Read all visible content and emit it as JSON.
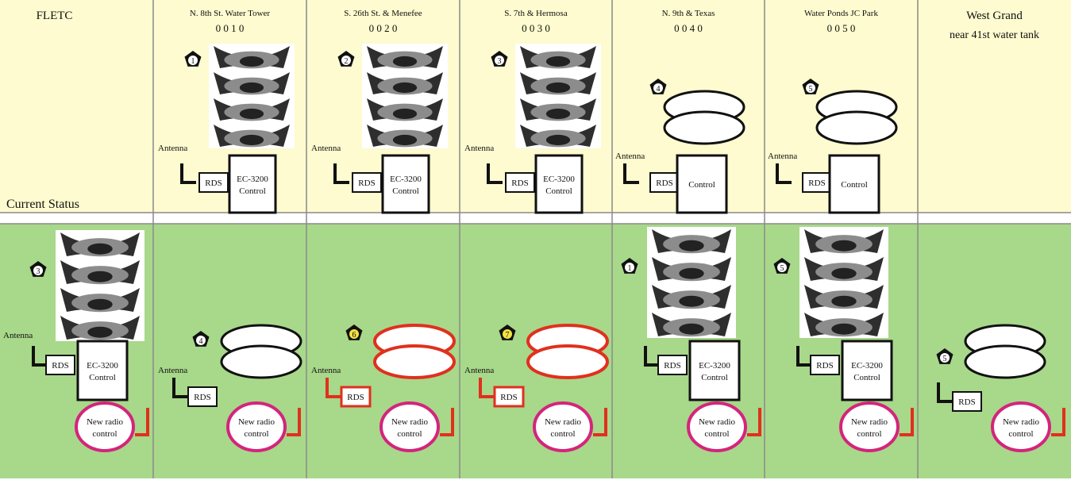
{
  "row_labels": {
    "current": "Current Status"
  },
  "labels": {
    "rds": "RDS",
    "antenna": "Antenna",
    "ec_control_line1": "EC-3200",
    "ec_control_line2": "Control",
    "plain_control": "Control",
    "new_radio_line1": "New radio",
    "new_radio_line2": "control"
  },
  "columns": [
    {
      "name": "FLETC",
      "code": ""
    },
    {
      "name": "N. 8th St. Water Tower",
      "code": "0010"
    },
    {
      "name": "S. 26th St. & Menefee",
      "code": "0020"
    },
    {
      "name": "S. 7th & Hermosa",
      "code": "0030"
    },
    {
      "name": "N. 9th & Texas",
      "code": "0040"
    },
    {
      "name": "Water Ponds JC Park",
      "code": "0050"
    },
    {
      "name": "West Grand",
      "code": "near 41st water tank"
    }
  ],
  "top_row": [
    null,
    {
      "badge": "1",
      "siren": "stacked-horn",
      "control": "EC-3200"
    },
    {
      "badge": "2",
      "siren": "stacked-horn",
      "control": "EC-3200"
    },
    {
      "badge": "3",
      "siren": "stacked-horn",
      "control": "EC-3200"
    },
    {
      "badge": "4",
      "siren": "disc",
      "control": "Control"
    },
    {
      "badge": "5",
      "siren": "disc",
      "control": "Control"
    },
    null
  ],
  "bottom_row": [
    {
      "badge": "3",
      "siren": "stacked-horn",
      "control": "EC-3200",
      "highlight": false,
      "antenna": true
    },
    {
      "badge": "4",
      "siren": "disc",
      "control": "none",
      "highlight": false,
      "antenna": true
    },
    {
      "badge": "6",
      "siren": "disc",
      "control": "none",
      "highlight": true,
      "antenna": true
    },
    {
      "badge": "7",
      "siren": "disc",
      "control": "none",
      "highlight": true,
      "antenna": true
    },
    {
      "badge": "1",
      "siren": "stacked-horn",
      "control": "EC-3200",
      "highlight": false,
      "antenna": false
    },
    {
      "badge": "5",
      "siren": "stacked-horn",
      "control": "EC-3200",
      "highlight": false,
      "antenna": false
    },
    {
      "badge": "5",
      "siren": "disc",
      "control": "none",
      "highlight": false,
      "antenna": false
    }
  ],
  "colors": {
    "top_bg": "#fdfbcf",
    "bottom_bg": "#a8d88a",
    "grid": "#8a8a8a",
    "highlight": "#e0301e",
    "new_radio": "#d3257c",
    "badge_yellow": "#f3e342",
    "horn_dark": "#2e2e2e",
    "horn_light": "#8c8c8c"
  }
}
